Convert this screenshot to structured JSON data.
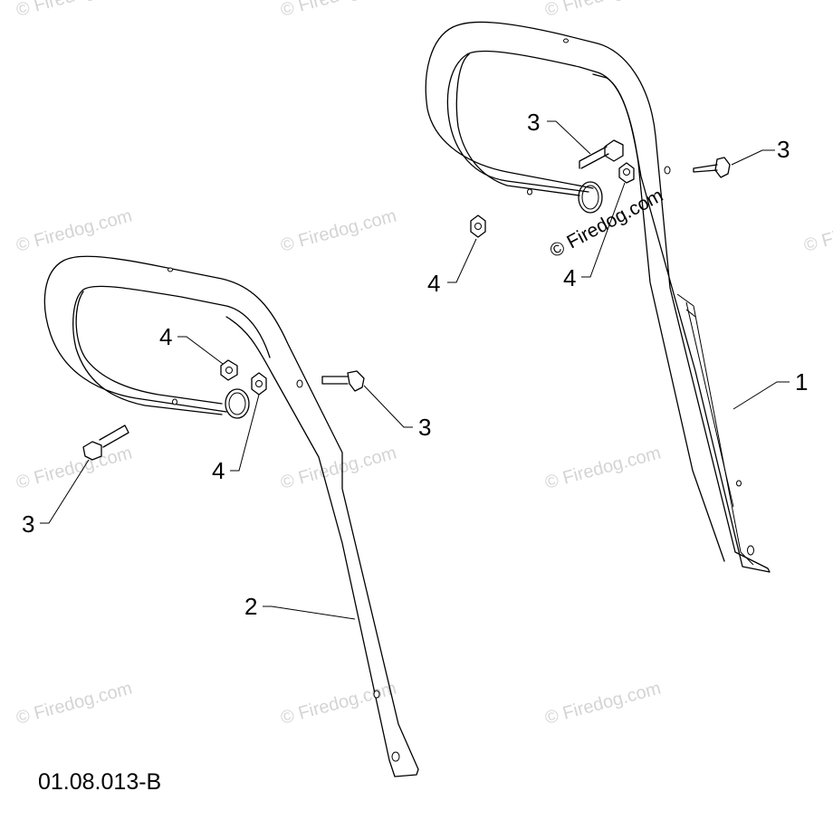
{
  "watermark": "© Firedog.com",
  "watermark_dark": "© Firedog.com",
  "drawing_code": "01.08.013-B",
  "callouts": {
    "part_1": "1",
    "part_2": "2",
    "part_3": "3",
    "part_4": "4"
  }
}
